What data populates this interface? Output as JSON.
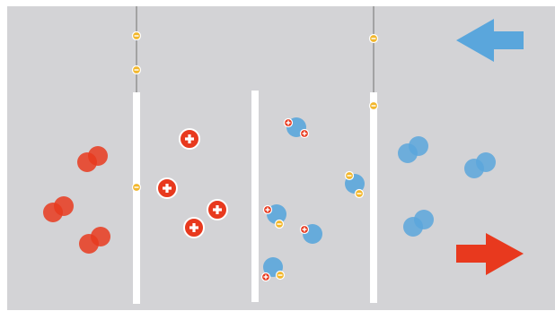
{
  "colors": {
    "page": "#ffffff",
    "background": "#d3d3d6",
    "barrier": "#ffffff",
    "wire": "#707070",
    "red": "#e8391e",
    "blue": "#5aa6dc",
    "yellow": "#f2b72c",
    "white": "#ffffff"
  },
  "arrows": [
    {
      "direction": "left",
      "color": "blue"
    },
    {
      "direction": "right",
      "color": "red"
    }
  ],
  "icons": {
    "positive": "plus-icon",
    "negative": "minus-icon"
  }
}
